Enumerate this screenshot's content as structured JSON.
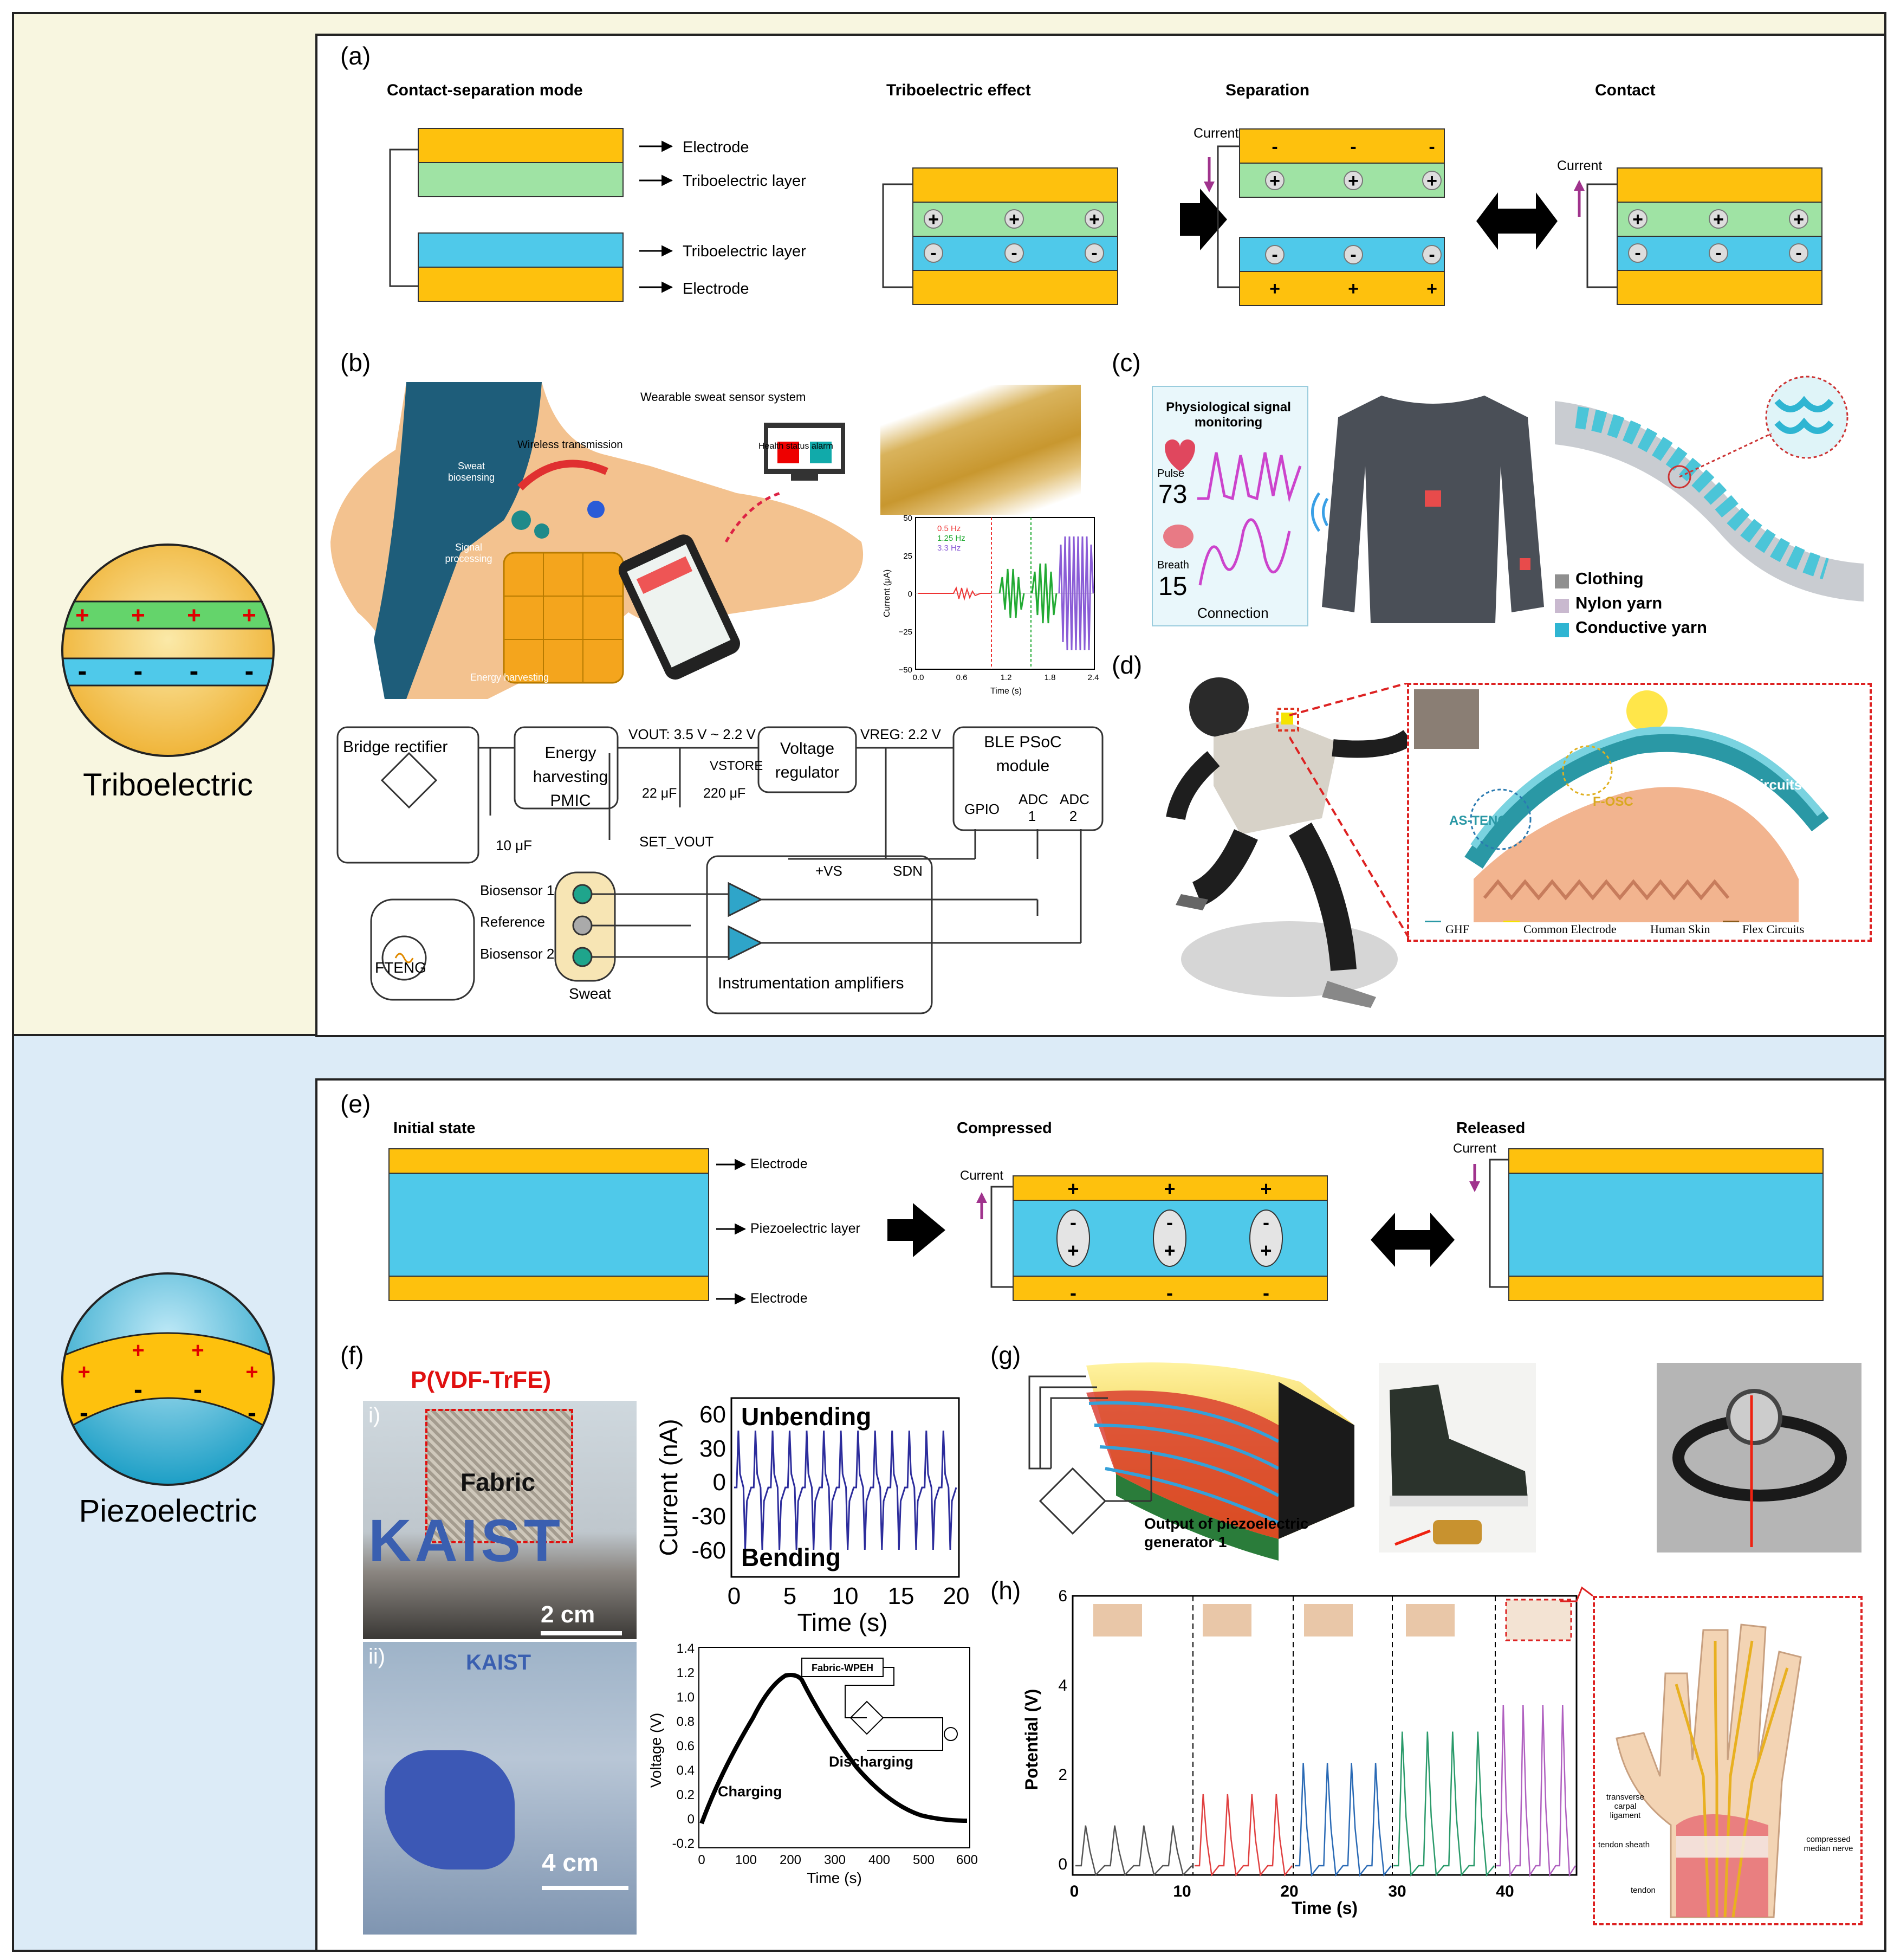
{
  "colors": {
    "tribo_bg": "#f8f6e0",
    "piezo_bg": "#dcebf7",
    "electrode": "#fec10d",
    "tribo_green": "#9fe3a4",
    "blue_layer": "#4fc9ea",
    "current_arrow": "#a0338d",
    "charge_red": "#e00000"
  },
  "sections": {
    "tribo_label": "Triboelectric",
    "piezo_label": "Piezoelectric"
  },
  "panel_a": {
    "tag": "(a)",
    "title_mode": "Contact-separation mode",
    "title_effect": "Triboelectric effect",
    "title_separation": "Separation",
    "title_contact": "Contact",
    "layer_labels": [
      "Electrode",
      "Triboelectric layer",
      "Triboelectric layer",
      "Electrode"
    ],
    "current_label": "Current"
  },
  "panel_b": {
    "tag": "(b)",
    "system_title": "Wearable sweat sensor system",
    "wireless": "Wireless transmission",
    "health_alarm": "Health status alarm",
    "sweat_bio": "Sweat biosensing",
    "signal_proc": "Signal processing",
    "energy_harv": "Energy harvesting",
    "graph_legend": [
      "0.5 Hz",
      "1.25 Hz",
      "3.3 Hz"
    ],
    "graph_ylabel": "Current (μA)",
    "graph_xlabel": "Time (s)",
    "graph_yticks": [
      "50",
      "25",
      "0",
      "−25",
      "−50"
    ],
    "graph_xticks": [
      "0.0",
      "0.6",
      "1.2",
      "1.8",
      "2.4"
    ],
    "circuit": {
      "bridge": "Bridge rectifier",
      "cap10": "10 μF",
      "pmic": "Energy harvesting PMIC",
      "vout": "VOUT: 3.5 V ~ 2.2 V",
      "vstore": "VSTORE",
      "cap22": "22 μF",
      "cap220": "220 μF",
      "set_vout": "SET_VOUT",
      "regulator": "Voltage regulator",
      "vreg": "VREG: 2.2 V",
      "ble": "BLE PSoC module",
      "gpio": "GPIO",
      "adc1": "ADC 1",
      "adc2": "ADC 2",
      "vs": "+VS",
      "sdn": "SDN",
      "bio1": "Biosensor 1",
      "ref": "Reference",
      "bio2": "Biosensor 2",
      "sweat": "Sweat",
      "fteng": "FTENG",
      "amps": "Instrumentation amplifiers"
    }
  },
  "panel_c": {
    "tag": "(c)",
    "monitor_title": "Physiological signal monitoring",
    "pulse_label": "Pulse",
    "pulse_value": "73",
    "breath_label": "Breath",
    "breath_value": "15",
    "connection": "Connection",
    "legend": [
      "Clothing",
      "Nylon yarn",
      "Conductive yarn"
    ]
  },
  "panel_d": {
    "tag": "(d)",
    "as_teng": "AS-TENG",
    "f_osc": "F-OSC",
    "flex": "Flex Circuits",
    "legend": [
      "GHF",
      "Common Electrode",
      "Human Skin",
      "Flex Circuits"
    ]
  },
  "panel_e": {
    "tag": "(e)",
    "title_initial": "Initial state",
    "title_compressed": "Compressed",
    "title_released": "Released",
    "layer_labels": [
      "Electrode",
      "Piezoelectric layer",
      "Electrode"
    ],
    "current_label": "Current"
  },
  "panel_f": {
    "tag": "(f)",
    "material": "P(VDF-TrFE)",
    "photo_i": "i)",
    "photo_ii": "ii)",
    "fabric": "Fabric",
    "kaist": "KAIST",
    "scale1": "2 cm",
    "scale2": "4 cm",
    "graph1_ylabel": "Current (nA)",
    "graph1_xlabel": "Time (s)",
    "graph1_yticks": [
      "60",
      "30",
      "0",
      "-30",
      "-60"
    ],
    "graph1_xticks": [
      "0",
      "5",
      "10",
      "15",
      "20"
    ],
    "unbending": "Unbending",
    "bending": "Bending",
    "graph2_ylabel": "Voltage (V)",
    "graph2_xlabel": "Time (s)",
    "graph2_yticks": [
      "1.4",
      "1.2",
      "1.0",
      "0.8",
      "0.6",
      "0.4",
      "0.2",
      "0",
      "-0.2"
    ],
    "graph2_xticks": [
      "0",
      "100",
      "200",
      "300",
      "400",
      "500",
      "600"
    ],
    "charging": "Charging",
    "discharging": "Discharging",
    "inset": "Fabric-WPEH"
  },
  "panel_g": {
    "tag": "(g)",
    "output": "Output of piezoelectric generator 1"
  },
  "panel_h": {
    "tag": "(h)",
    "ylabel": "Potential (V)",
    "xlabel": "Time (s)",
    "yticks": [
      "6",
      "4",
      "2",
      "0"
    ],
    "xticks": [
      "0",
      "10",
      "20",
      "30",
      "40"
    ],
    "anatomy": [
      "transverse carpal ligament",
      "tendon sheath",
      "tendon",
      "compressed median nerve"
    ]
  }
}
